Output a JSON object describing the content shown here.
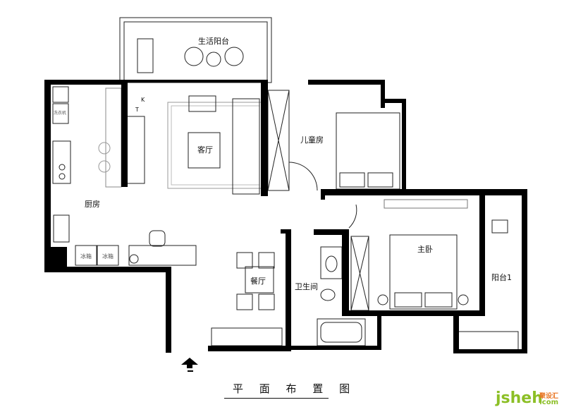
{
  "title": "平 面 布 置 图",
  "rooms": {
    "balcony_life": "生活阳台",
    "living": "客厅",
    "kids_room": "儿童房",
    "kitchen": "厨房",
    "master_bedroom": "主卧",
    "balcony_1": "阳台1",
    "dining": "餐厅",
    "bathroom": "卫生间"
  },
  "fixtures": {
    "fridge_1": "冰箱",
    "fridge_2": "冰箱",
    "washer": "洗衣机",
    "k_mark": "K",
    "t_mark": "T"
  },
  "logo": {
    "main": "jsheh",
    "domain": ".com",
    "cn": "聚设汇"
  },
  "colors": {
    "wall": "#000000",
    "logo_green": "#8cbf26",
    "logo_orange": "#e8731f"
  }
}
